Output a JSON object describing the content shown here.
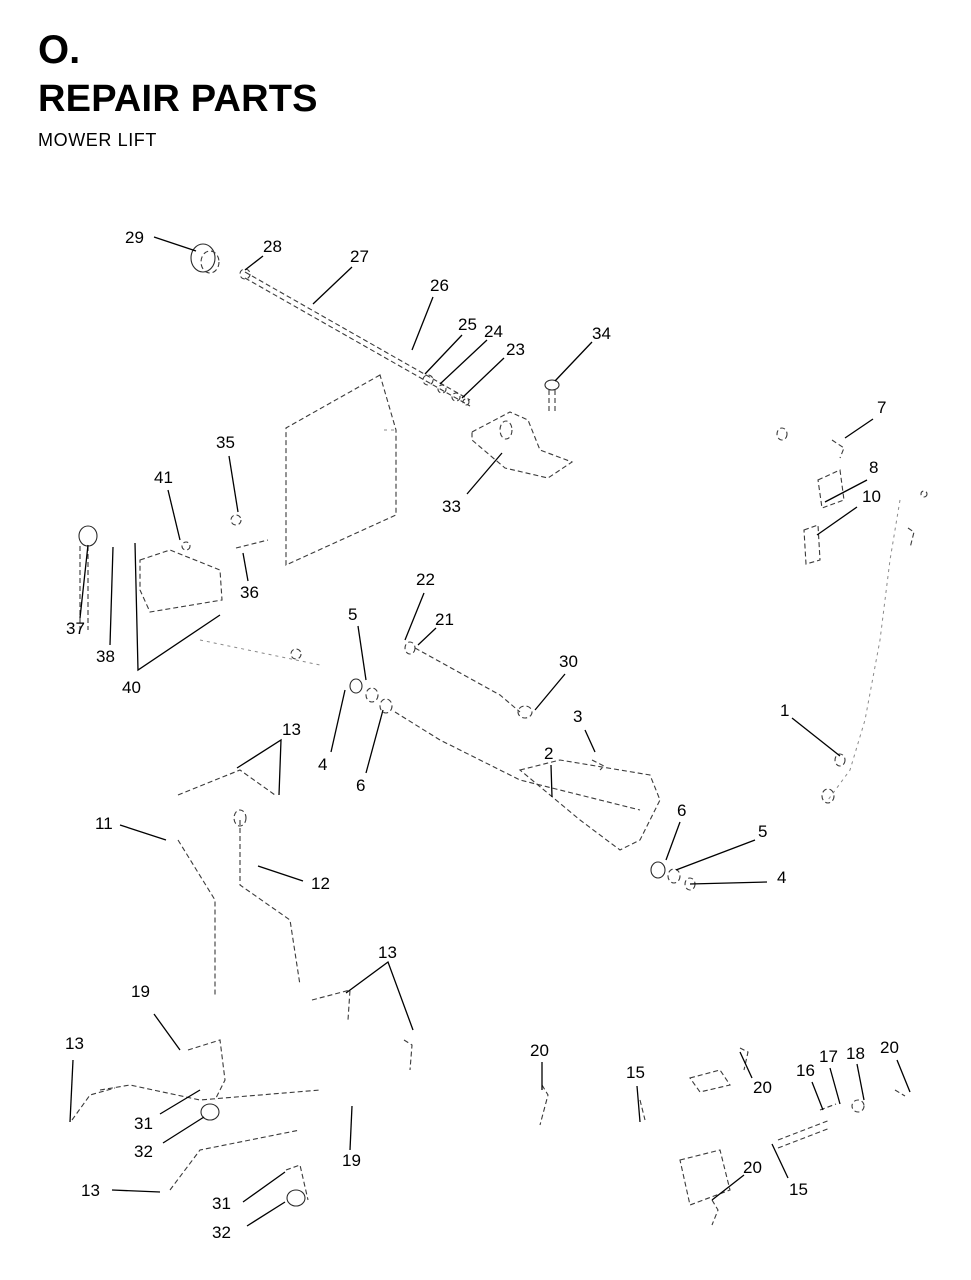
{
  "header": {
    "section": "O.",
    "title": "REPAIR PARTS",
    "subtitle": "MOWER LIFT"
  },
  "callouts": [
    {
      "id": "c29",
      "label": "29",
      "anchor": "end"
    },
    {
      "id": "c28",
      "label": "28"
    },
    {
      "id": "c27",
      "label": "27"
    },
    {
      "id": "c26",
      "label": "26"
    },
    {
      "id": "c25",
      "label": "25"
    },
    {
      "id": "c24",
      "label": "24"
    },
    {
      "id": "c23",
      "label": "23"
    },
    {
      "id": "c34",
      "label": "34"
    },
    {
      "id": "c33",
      "label": "33"
    },
    {
      "id": "c35",
      "label": "35"
    },
    {
      "id": "c41",
      "label": "41"
    },
    {
      "id": "c36",
      "label": "36"
    },
    {
      "id": "c37",
      "label": "37"
    },
    {
      "id": "c38",
      "label": "38"
    },
    {
      "id": "c40",
      "label": "40"
    },
    {
      "id": "c22",
      "label": "22"
    },
    {
      "id": "c21",
      "label": "21"
    },
    {
      "id": "c5a",
      "label": "5"
    },
    {
      "id": "c4a",
      "label": "4"
    },
    {
      "id": "c6a",
      "label": "6"
    },
    {
      "id": "c30",
      "label": "30"
    },
    {
      "id": "c3",
      "label": "3"
    },
    {
      "id": "c2",
      "label": "2"
    },
    {
      "id": "c7",
      "label": "7"
    },
    {
      "id": "c8",
      "label": "8"
    },
    {
      "id": "c10",
      "label": "10"
    },
    {
      "id": "c1",
      "label": "1"
    },
    {
      "id": "c6b",
      "label": "6"
    },
    {
      "id": "c5b",
      "label": "5"
    },
    {
      "id": "c4b",
      "label": "4"
    },
    {
      "id": "c13a",
      "label": "13"
    },
    {
      "id": "c11",
      "label": "11"
    },
    {
      "id": "c12",
      "label": "12"
    },
    {
      "id": "c13b",
      "label": "13"
    },
    {
      "id": "c19a",
      "label": "19"
    },
    {
      "id": "c13c",
      "label": "13"
    },
    {
      "id": "c31a",
      "label": "31"
    },
    {
      "id": "c32a",
      "label": "32"
    },
    {
      "id": "c19b",
      "label": "19"
    },
    {
      "id": "c13d",
      "label": "13"
    },
    {
      "id": "c31b",
      "label": "31"
    },
    {
      "id": "c32b",
      "label": "32"
    },
    {
      "id": "c20a",
      "label": "20"
    },
    {
      "id": "c15a",
      "label": "15"
    },
    {
      "id": "c20b",
      "label": "20"
    },
    {
      "id": "c16",
      "label": "16"
    },
    {
      "id": "c17",
      "label": "17"
    },
    {
      "id": "c18",
      "label": "18"
    },
    {
      "id": "c20c",
      "label": "20"
    },
    {
      "id": "c20d",
      "label": "20"
    },
    {
      "id": "c15b",
      "label": "15"
    }
  ]
}
